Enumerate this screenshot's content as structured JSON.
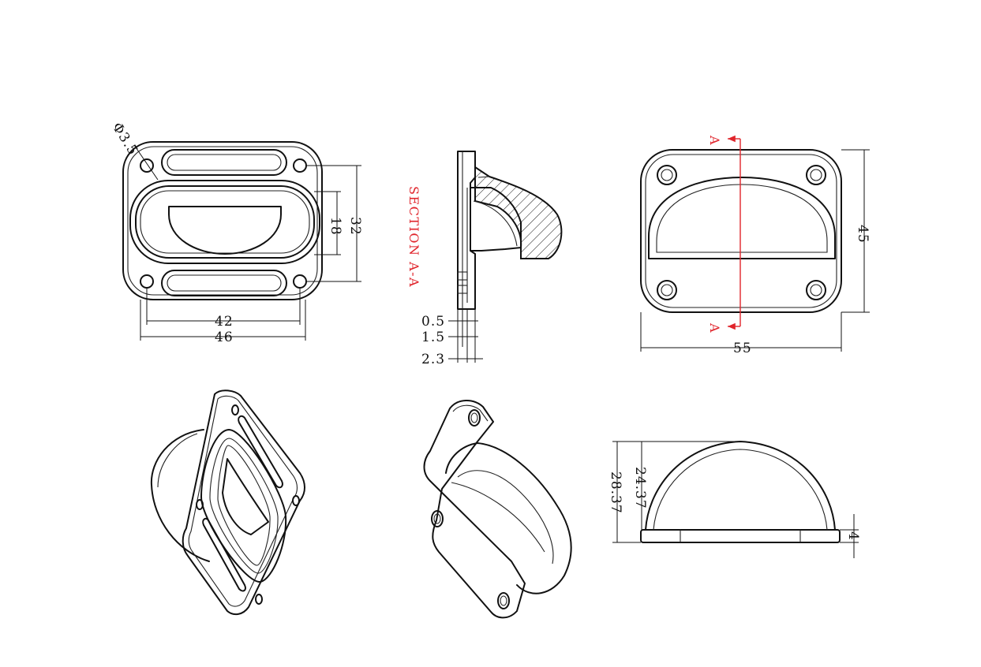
{
  "section_title": "SECTION A-A",
  "section_marker": "A",
  "colors": {
    "line": "#111111",
    "section": "#e0242b",
    "background": "#ffffff"
  },
  "front_view": {
    "hole_dia": "Φ3.5",
    "width_inner": "42",
    "width_outer": "46",
    "height_inner": "18",
    "height_outer": "32"
  },
  "section_view": {
    "t1": "0.5",
    "t2": "1.5",
    "t3": "2.3"
  },
  "top_view": {
    "width": "55",
    "height": "45"
  },
  "side_view": {
    "h1": "24.37",
    "h2": "28.37",
    "base": "4"
  }
}
